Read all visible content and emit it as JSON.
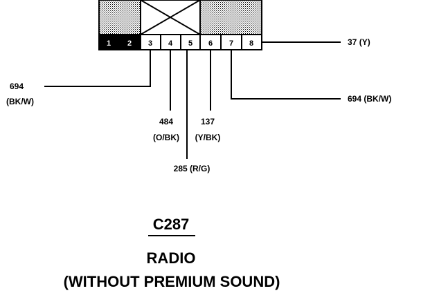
{
  "connector": {
    "id": "C287",
    "title_line1": "RADIO",
    "title_line2": "(WITHOUT PREMIUM SOUND)"
  },
  "pins": [
    {
      "number": "1",
      "state": "empty"
    },
    {
      "number": "2",
      "state": "empty"
    },
    {
      "number": "3",
      "state": "used"
    },
    {
      "number": "4",
      "state": "used"
    },
    {
      "number": "5",
      "state": "used"
    },
    {
      "number": "6",
      "state": "used"
    },
    {
      "number": "7",
      "state": "used"
    },
    {
      "number": "8",
      "state": "used"
    }
  ],
  "wires": {
    "pin3": {
      "circuit": "694",
      "color": "(BK/W)"
    },
    "pin4": {
      "circuit": "484",
      "color": "(O/BK)"
    },
    "pin5": {
      "circuit": "285",
      "color": "(R/G)"
    },
    "pin6": {
      "circuit": "137",
      "color": "(Y/BK)"
    },
    "pin7": {
      "circuit": "694",
      "color": "(BK/W)"
    },
    "pin8": {
      "circuit": "37",
      "color": "(Y)"
    }
  },
  "colors": {
    "ink": "#000000",
    "background": "#ffffff",
    "shell_fill": "#d9d9d9"
  }
}
